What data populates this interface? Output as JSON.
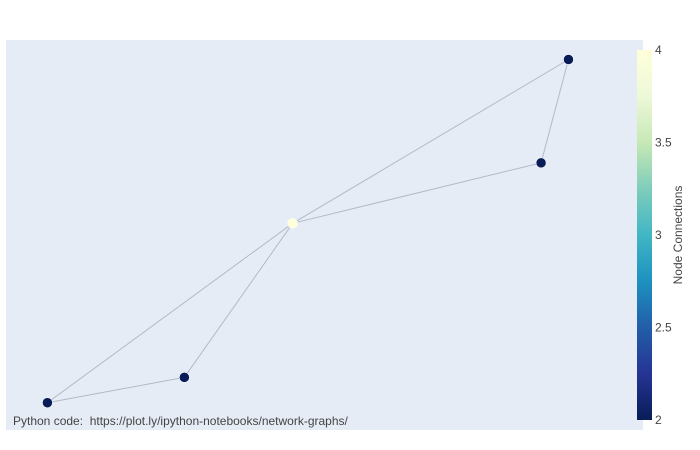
{
  "chart_data": {
    "type": "scatter",
    "mode": "network-graph",
    "title": "",
    "xlabel": "",
    "ylabel": "",
    "x_axis": {
      "range": [
        0.0,
        1.0
      ],
      "grid": false,
      "ticks_visible": false
    },
    "y_axis": {
      "range": [
        0.0,
        1.0
      ],
      "grid": false,
      "ticks_visible": false
    },
    "nodes": [
      {
        "x": 0.065,
        "y": 0.07,
        "connections": 2
      },
      {
        "x": 0.28,
        "y": 0.135,
        "connections": 2
      },
      {
        "x": 0.45,
        "y": 0.53,
        "connections": 4
      },
      {
        "x": 0.84,
        "y": 0.685,
        "connections": 2
      },
      {
        "x": 0.883,
        "y": 0.95,
        "connections": 2
      }
    ],
    "edges": [
      [
        0,
        1
      ],
      [
        1,
        2
      ],
      [
        0,
        2
      ],
      [
        2,
        3
      ],
      [
        3,
        4
      ],
      [
        2,
        4
      ]
    ],
    "colorbar": {
      "title": "Node Connections",
      "range": [
        2,
        4
      ],
      "ticks": [
        "2",
        "2.5",
        "3",
        "3.5",
        "4"
      ],
      "tick_values": [
        2,
        2.5,
        3,
        3.5,
        4
      ],
      "colorscale": [
        "#081d58",
        "#253494",
        "#225ea8",
        "#1d91c0",
        "#41b6c4",
        "#7fcdbb",
        "#c7e9b4",
        "#edf8d9",
        "#ffffd9"
      ]
    },
    "colors": {
      "plot_background": "#e5ecf6",
      "paper_background": "#ffffff",
      "edge": "#b4b9c8"
    },
    "annotation": "Python code:  https://plot.ly/ipython-notebooks/network-graphs/",
    "legend": "none"
  }
}
